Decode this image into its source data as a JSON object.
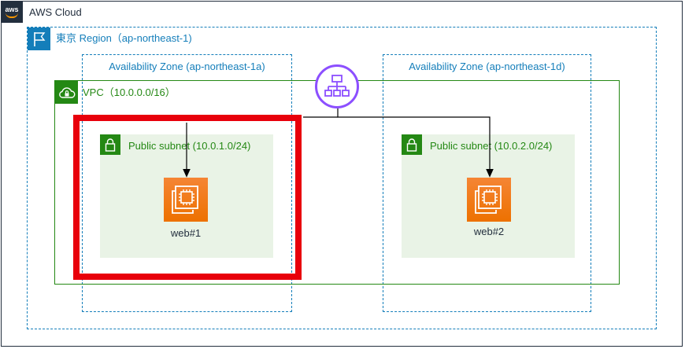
{
  "cloud": {
    "label": "AWS Cloud",
    "logo_text": "aws"
  },
  "region": {
    "label": "東京 Region（ap-northeast-1)"
  },
  "availability_zones": [
    {
      "label": "Availability Zone (ap-northeast-1a)"
    },
    {
      "label": "Availability Zone (ap-northeast-1d)"
    }
  ],
  "vpc": {
    "label": "VPC（10.0.0.0/16）"
  },
  "subnets": [
    {
      "label": "Public subnet (10.0.1.0/24)",
      "instance": "web#1"
    },
    {
      "label": "Public subnet (10.0.2.0/24)",
      "instance": "web#2"
    }
  ],
  "icons": {
    "cloud": "aws-logo-icon",
    "region": "region-flag-icon",
    "vpc": "vpc-cloud-lock-icon",
    "subnet": "padlock-icon",
    "instance": "ec2-instance-icon",
    "load_balancer": "elastic-load-balancer-icon"
  },
  "colors": {
    "region_border": "#147eba",
    "vpc_green": "#248814",
    "subnet_fill": "#e9f3e6",
    "ec2_orange": "#ed7100",
    "elb_purple": "#8c4fff",
    "highlight_red": "#e8000b"
  }
}
